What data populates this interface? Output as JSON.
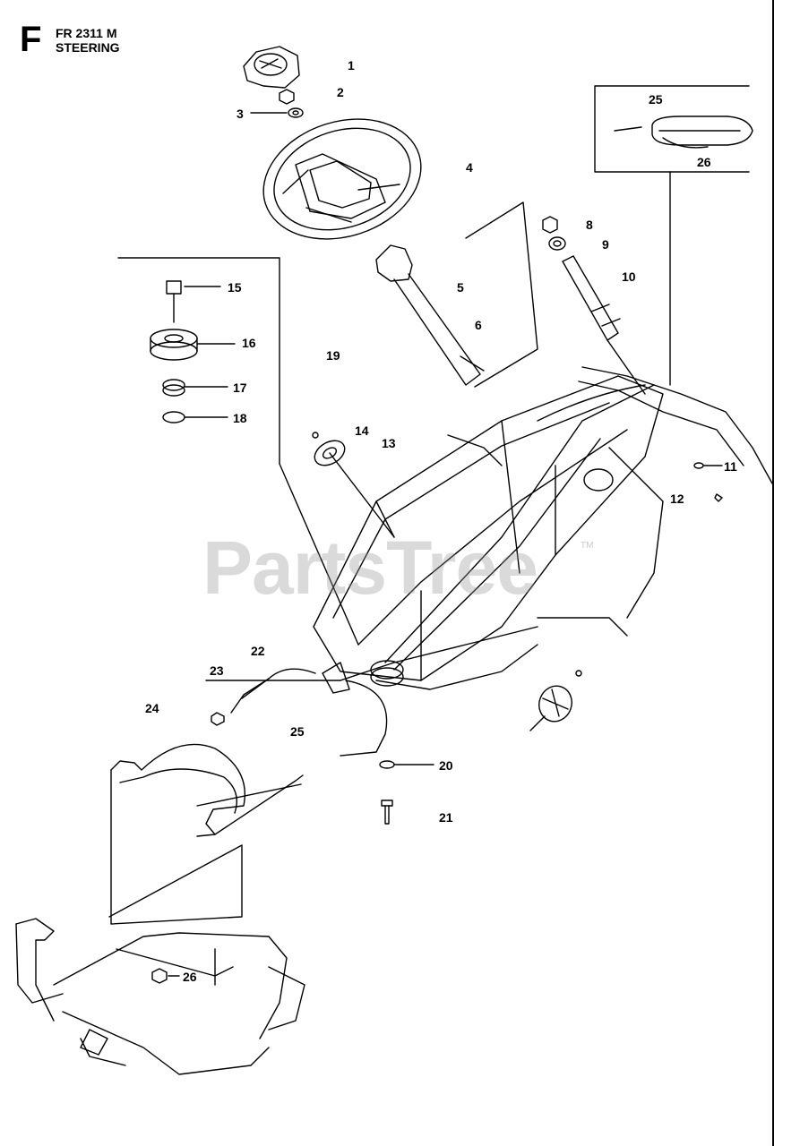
{
  "header": {
    "section_letter": "F",
    "model": "FR 2311 M",
    "title": "STEERING"
  },
  "watermark": {
    "text": "PartsTree",
    "trademark": "TM"
  },
  "callouts": [
    {
      "id": "c1",
      "label": "1"
    },
    {
      "id": "c2",
      "label": "2"
    },
    {
      "id": "c3",
      "label": "3"
    },
    {
      "id": "c4",
      "label": "4"
    },
    {
      "id": "c5",
      "label": "5"
    },
    {
      "id": "c6",
      "label": "6"
    },
    {
      "id": "c8",
      "label": "8"
    },
    {
      "id": "c9",
      "label": "9"
    },
    {
      "id": "c10",
      "label": "10"
    },
    {
      "id": "c11",
      "label": "11"
    },
    {
      "id": "c12",
      "label": "12"
    },
    {
      "id": "c13",
      "label": "13"
    },
    {
      "id": "c14",
      "label": "14"
    },
    {
      "id": "c15",
      "label": "15"
    },
    {
      "id": "c16",
      "label": "16"
    },
    {
      "id": "c17",
      "label": "17"
    },
    {
      "id": "c18",
      "label": "18"
    },
    {
      "id": "c19",
      "label": "19"
    },
    {
      "id": "c20",
      "label": "20"
    },
    {
      "id": "c21",
      "label": "21"
    },
    {
      "id": "c22",
      "label": "22"
    },
    {
      "id": "c23",
      "label": "23"
    },
    {
      "id": "c24",
      "label": "24"
    },
    {
      "id": "c25a",
      "label": "25"
    },
    {
      "id": "c25b",
      "label": "25"
    },
    {
      "id": "c26a",
      "label": "26"
    },
    {
      "id": "c26b",
      "label": "26"
    }
  ]
}
